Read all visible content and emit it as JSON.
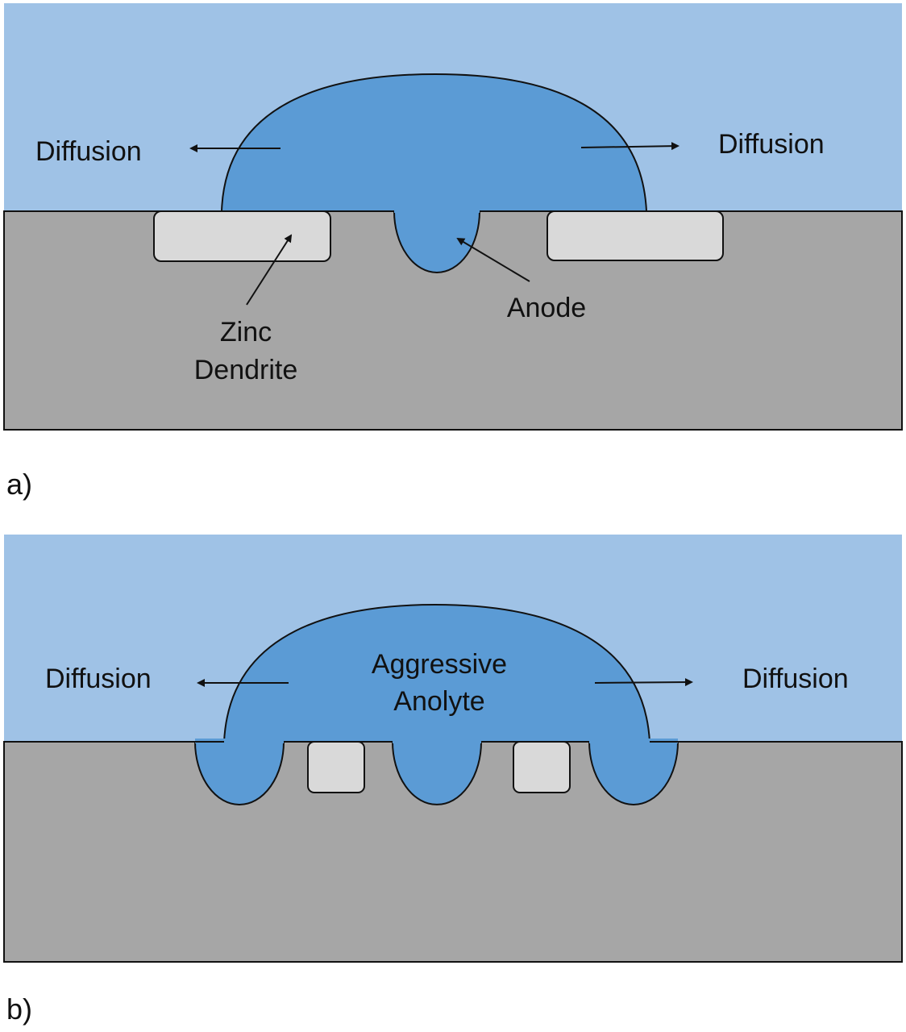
{
  "colors": {
    "electrolyte": "#9fc2e6",
    "anolyte": "#5b9bd5",
    "metal": "#a6a6a6",
    "dendrite": "#d9d9d9",
    "stroke": "#111111"
  },
  "panel_a": {
    "tag": "a)",
    "diffusion_left": "Diffusion",
    "diffusion_right": "Diffusion",
    "zinc_line1": "Zinc",
    "zinc_line2": "Dendrite",
    "anode": "Anode"
  },
  "panel_b": {
    "tag": "b)",
    "diffusion_left": "Diffusion",
    "diffusion_right": "Diffusion",
    "anolyte_line1": "Aggressive",
    "anolyte_line2": "Anolyte"
  }
}
